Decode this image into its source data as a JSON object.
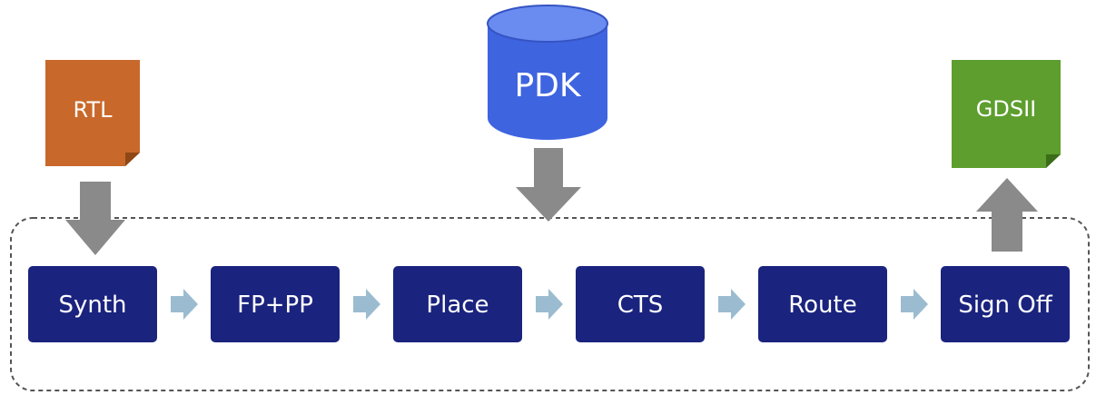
{
  "inputs": {
    "rtl": "RTL",
    "pdk": "PDK"
  },
  "output": {
    "gdsii": "GDSII"
  },
  "flow": {
    "steps": [
      "Synth",
      "FP+PP",
      "Place",
      "CTS",
      "Route",
      "Sign Off"
    ]
  },
  "colors": {
    "step_fill": "#1a237e",
    "rtl_fill": "#c8692b",
    "gdsii_fill": "#5d9e2e",
    "pdk_fill": "#3f64e0",
    "big_arrow": "#8a8a8a",
    "small_arrow": "#9bbcd0",
    "dashed_border": "#555555"
  }
}
